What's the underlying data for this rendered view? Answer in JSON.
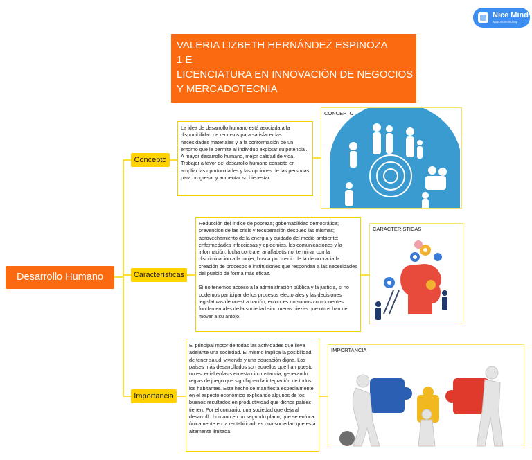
{
  "brand": {
    "name": "Nice Mind",
    "url": "www.nicemind.top"
  },
  "title": {
    "lines": [
      "VALERIA LIZBETH HERNÁNDEZ ESPINOZA",
      "1 E",
      "LICENCIATURA EN INNOVACIÓN DE NEGOCIOS",
      "Y MERCADOTECNIA"
    ]
  },
  "root": {
    "label": "Desarrollo Humano"
  },
  "colors": {
    "accent": "#fb6a10",
    "branch": "#ffd200",
    "line": "#ffd200"
  },
  "branches": [
    {
      "label": "Concepto",
      "paragraphs": [
        "La idea de desarrollo humano está asociada a la disponibilidad de recursos para satisfacer las necesidades materiales y a la conformación de un entorno que le permita al individuo explotar su potencial. A mayor desarrollo humano, mejor calidad de vida. Trabajar a favor del desarrollo humano consiste en ampliar las oportunidades y las opciones de las personas para progresar y aumentar su bienestar."
      ],
      "image_label": "CONCEPTO"
    },
    {
      "label": "Características",
      "paragraphs": [
        "Reducción del índice de pobreza; gobernabilidad democrática; prevención de las crisis y recuperación después las mismas; aprovechamiento de la energía y cuidado del medio ambiente; enfermedades infecciosas y epidemias, las comunicaciones y la información; lucha contra el analfabetismo; terminar con la discriminación a la mujer, busca por medio de la democracia la creación de procesos e instituciones que respondan a las necesidades del pueblo de forma más eficaz.",
        "Si no tenemos acceso a la administración pública y la justicia, si no podemos participar de los procesos electorales y las decisiones legislativas de nuestra nación, entonces no somos componentes fundamentales de la sociedad sino meras piezas que otros han de mover a su antojo."
      ],
      "image_label": "CARACTERÍSTICAS"
    },
    {
      "label": "Importancia",
      "paragraphs": [
        "El principal motor de todas las actividades que lleva adelante una sociedad. El mismo implica la posibilidad de tener salud, vivienda y una educación digna. Los países más desarrollados son aquellos que han puesto un especial énfasis en esta circunstancia, generando reglas de juego que signifiquen la integración de todos los habitantes. Este hecho se manifiesta especialmente en el aspecto económico explicando algunos de los buenos resultados en productividad que dichos países tienen. Por el contrario, una sociedad que deja al desarrollo humano en un segundo plano, que se enfoca únicamente en la rentabilidad, es una sociedad que está altamente limitada."
      ],
      "image_label": "IMPORTANCIA"
    }
  ]
}
